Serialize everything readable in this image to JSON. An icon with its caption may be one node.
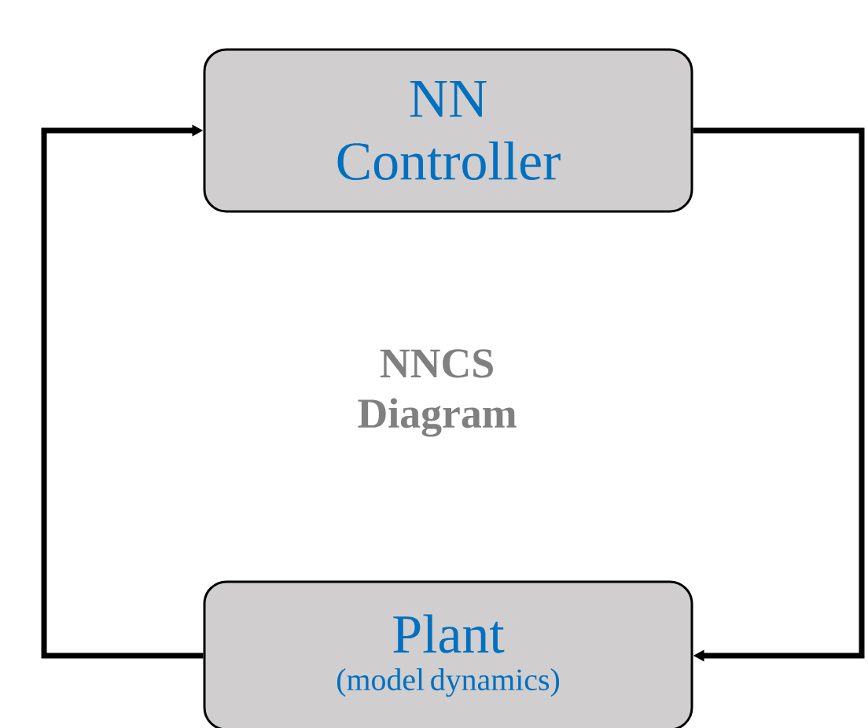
{
  "diagram": {
    "nodes": [
      {
        "text": [
          "NN Controller"
        ]
      },
      {
        "text": [
          "Plant",
          "(model dynamics)"
        ]
      }
    ],
    "edges": [
      {
        "from": 0,
        "to": 1,
        "arrow": "to"
      },
      {
        "from": 1,
        "to": 0,
        "arrow": "to"
      }
    ],
    "labels": [
      "NNCS Diagram"
    ]
  }
}
